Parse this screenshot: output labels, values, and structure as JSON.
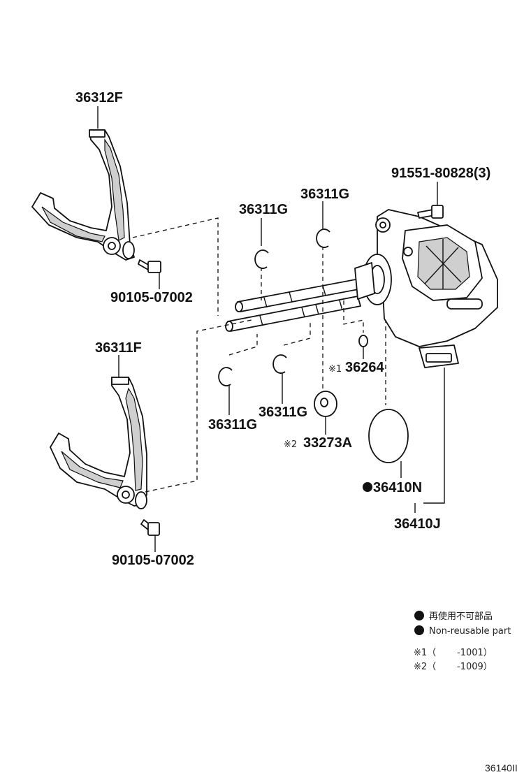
{
  "labels": {
    "fork_upper": "36312F",
    "bolt_upper": "90105-07002",
    "fork_lower": "36311F",
    "bolt_lower": "90105-07002",
    "ring_top_left": "36311G",
    "ring_top_right": "36311G",
    "ring_bottom_mid": "36311G",
    "ring_bottom_left": "36311G",
    "bolt_actuator": "91551-80828(3)",
    "ball_mark": "※1",
    "ball_part": "36264",
    "washer_mark": "※2",
    "washer_part": "33273A",
    "oring_part": "36410N",
    "actuator_part": "36410J"
  },
  "legend": {
    "nonreusable_jp": "再使用不可部品",
    "nonreusable_en": "Non-reusable part",
    "note1_mark": "※1（",
    "note1_range": "-1001）",
    "note2_mark": "※2（",
    "note2_range": "-1009）"
  },
  "figure_id": "36140II",
  "colors": {
    "line": "#111111",
    "shade": "#cfcfcf",
    "background": "#ffffff"
  }
}
